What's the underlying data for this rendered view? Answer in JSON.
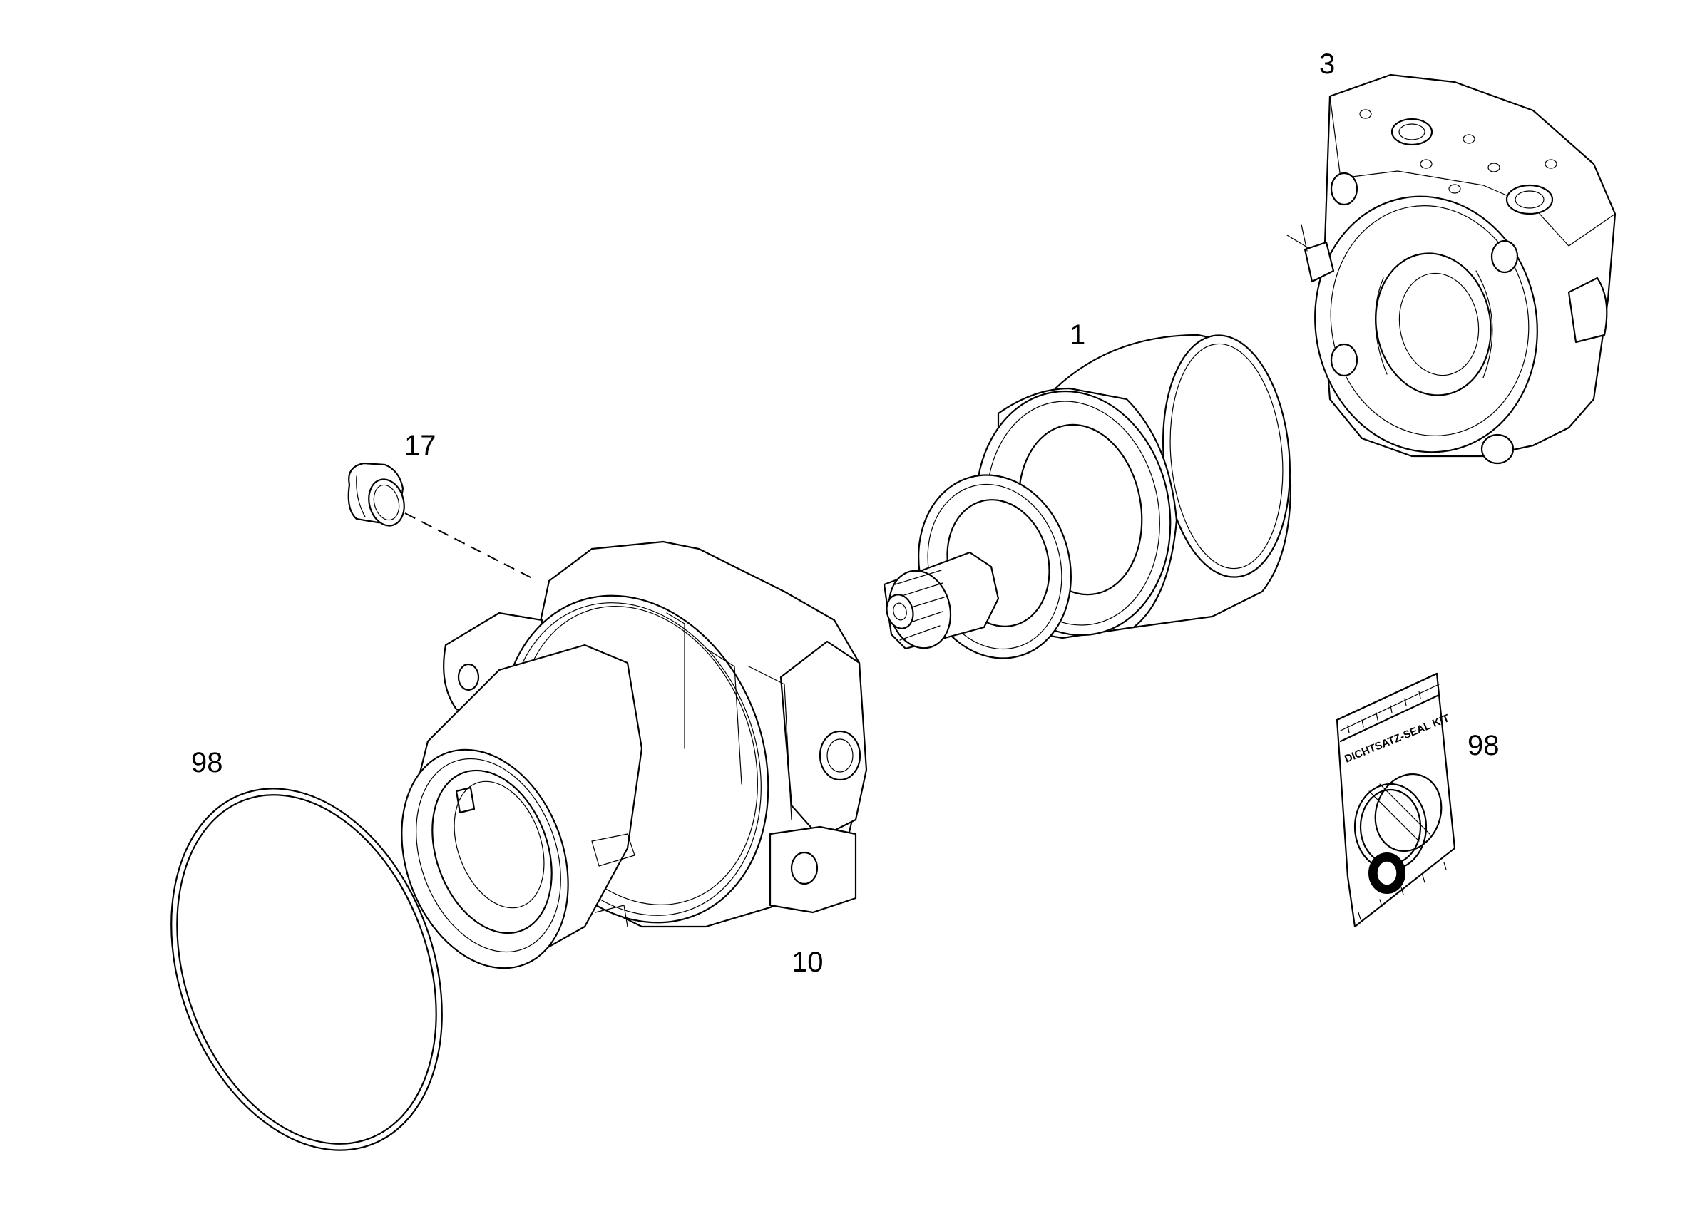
{
  "callouts": {
    "part_3": "3",
    "part_1": "1",
    "part_17": "17",
    "part_98_ring": "98",
    "part_98_kit": "98",
    "part_10": "10"
  },
  "seal_kit": {
    "label": "DICHTSATZ-SEAL KIT"
  }
}
